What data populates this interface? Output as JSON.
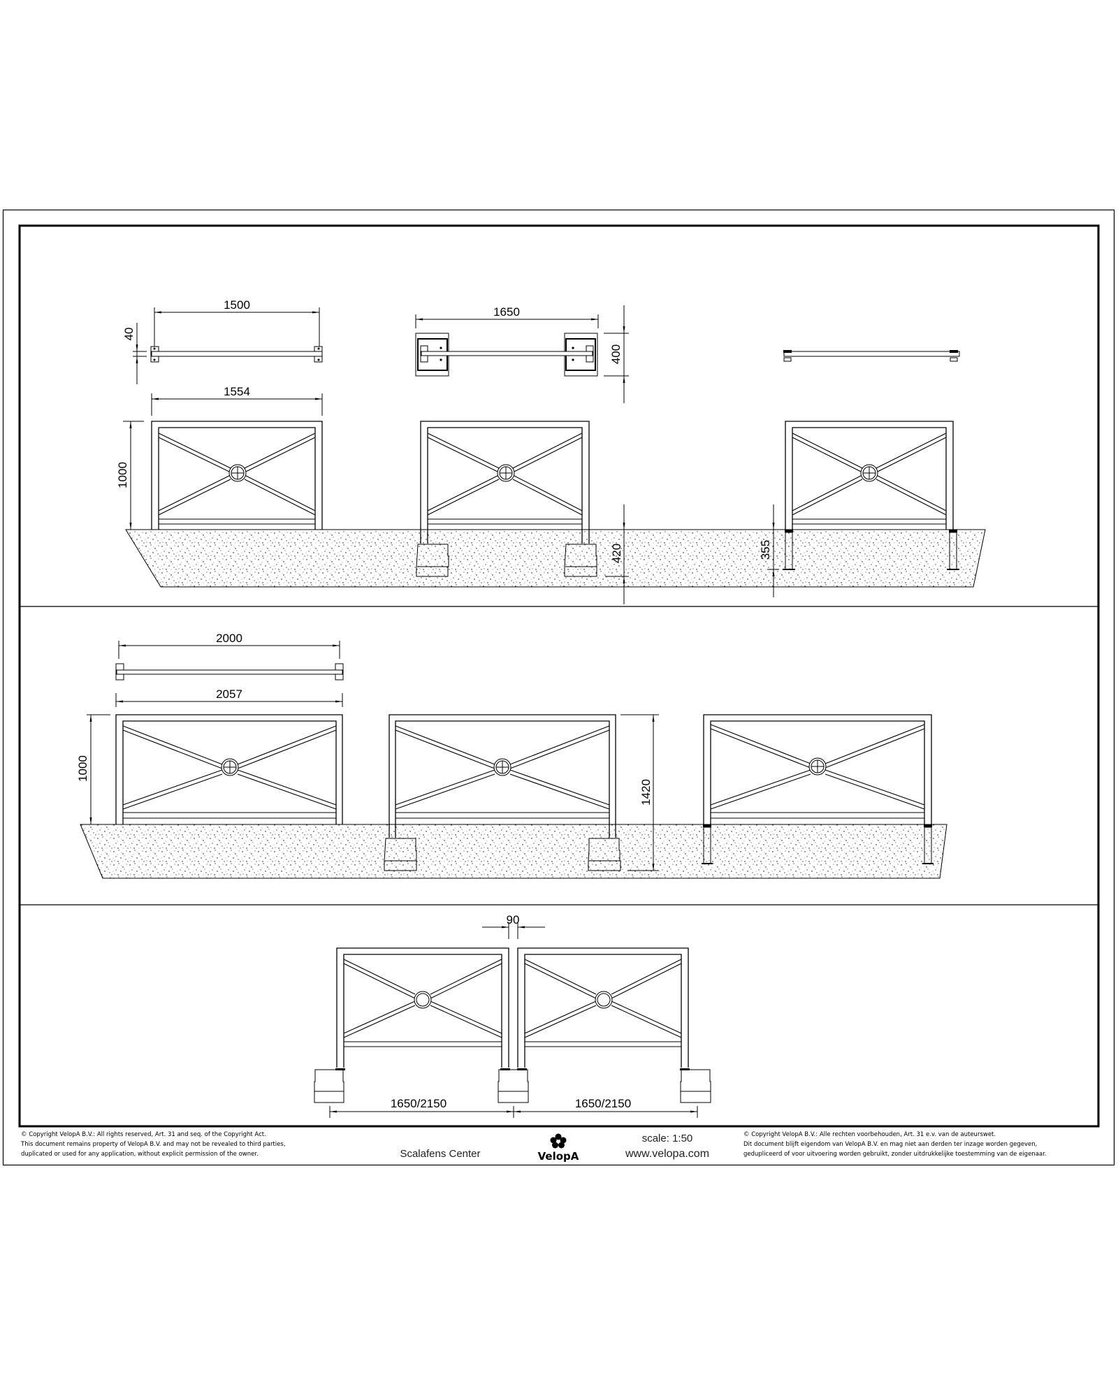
{
  "drawing": {
    "title": "Scalafens Center",
    "scale": "scale: 1:50",
    "website": "www.velopa.com",
    "logo_text": "VelopA",
    "line_color": "#000000",
    "paper_color": "#ffffff"
  },
  "footer": {
    "copyright_en": [
      "©  Copyright VelopA B.V.: All rights reserved, Art. 31 and seq. of the Copyright Act.",
      "This document remains property of VelopA B.V. and may not be revealed to third parties,",
      "duplicated or used for any application, without explicit permission of the owner."
    ],
    "copyright_nl": [
      "©  Copyright VelopA B.V.: Alle rechten voorbehouden, Art. 31 e.v. van de auteurswet.",
      "Dit document blijft eigendom van VelopA B.V. en mag niet aan derden ter inzage worden gegeven,",
      "gedupliceerd of voor uitvoering worden gebruikt, zonder uitdrukkelijke toestemming van de eigenaar."
    ]
  },
  "section1": {
    "top_view_inner_width": "1500",
    "top_view_thickness": "40",
    "elevation_outer_width": "1554",
    "height": "1000",
    "base_block_width": "1650",
    "base_block_depth": "400",
    "block_embed_depth": "420",
    "post_embed_depth": "355"
  },
  "section2": {
    "top_view_inner_width": "2000",
    "elevation_outer_width": "2057",
    "height": "1000",
    "total_height_with_block": "1420"
  },
  "section3": {
    "gap": "90",
    "spacing_left": "1650/2150",
    "spacing_right": "1650/2150"
  }
}
